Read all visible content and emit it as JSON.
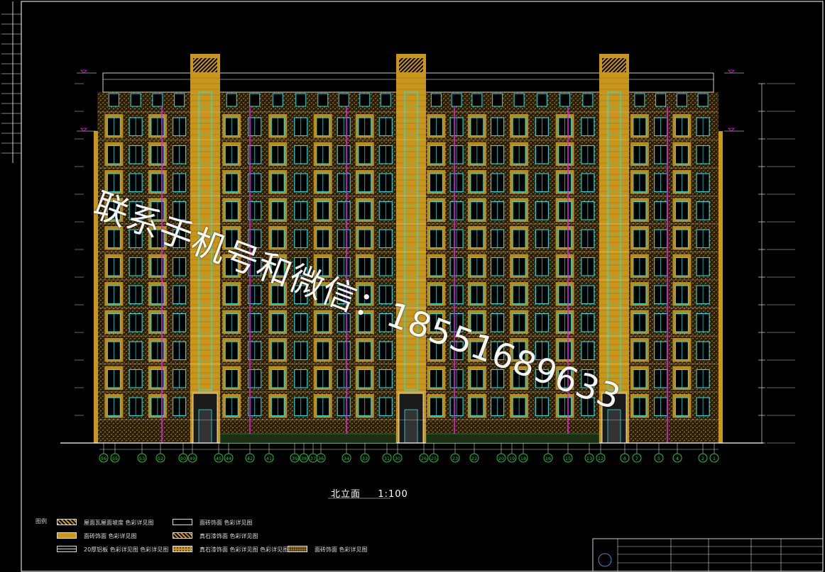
{
  "drawing": {
    "title": "北立面",
    "scale": "1:100"
  },
  "watermark": {
    "text": "联系手机号和微信：18551689633"
  },
  "legend": {
    "heading": "图例",
    "items": [
      {
        "swatch": "hatch",
        "label": "屋面瓦屋面坡度 色彩详见图"
      },
      {
        "swatch": "gold",
        "label": "面砖饰面 色彩详见图"
      },
      {
        "swatch": "lines",
        "label": "20厚铝板 色彩详见图 色彩详见图"
      },
      {
        "swatch": "empty",
        "label": "面砖饰面 色彩详见图"
      },
      {
        "swatch": "hatch2",
        "label": "真石漆饰面 色彩详见图"
      },
      {
        "swatch": "golddots",
        "label": "真石漆饰面 色彩详见图 色彩详见图"
      },
      {
        "swatch": "darkdots",
        "label": "面砖饰面 色彩详见图"
      }
    ]
  },
  "axis_labels": [
    "56",
    "55",
    "53",
    "52",
    "50",
    "49",
    "45",
    "44",
    "42",
    "41",
    "39",
    "38",
    "37",
    "36",
    "34",
    "33",
    "31",
    "30",
    "26",
    "25",
    "23",
    "22",
    "20",
    "19",
    "18",
    "16",
    "15",
    "13",
    "12",
    "8",
    "7",
    "5",
    "4",
    "2",
    "1"
  ],
  "colors": {
    "background": "#000000",
    "facade_gold": "#c8961a",
    "window_cyan": "#22e0e8",
    "pipe_magenta": "#e020e0",
    "line_white": "#ffffff"
  }
}
